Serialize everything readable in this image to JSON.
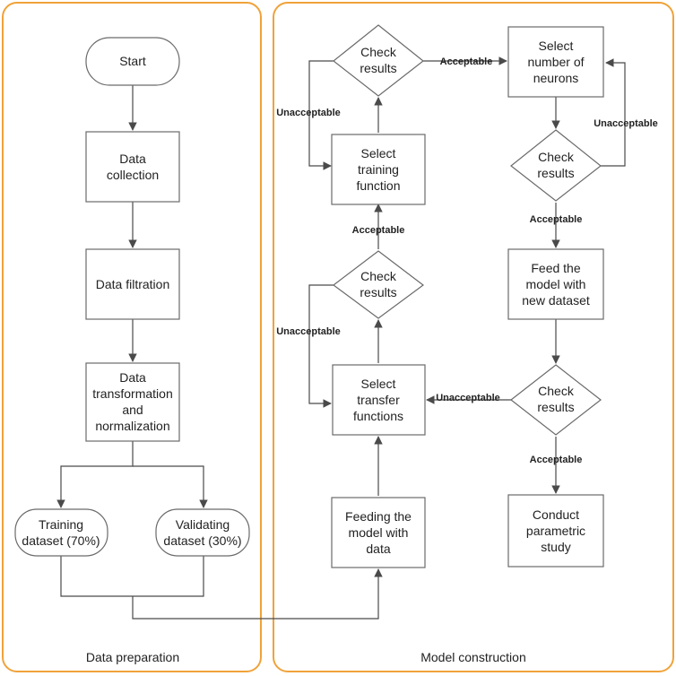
{
  "panels": {
    "left_title": "Data preparation",
    "right_title": "Model construction"
  },
  "nodes": {
    "start": [
      "Start"
    ],
    "data_collection": [
      "Data",
      "collection"
    ],
    "data_filtration": [
      "Data filtration"
    ],
    "data_transform": [
      "Data",
      "transformation",
      "and",
      "normalization"
    ],
    "training_dataset": [
      "Training",
      "dataset (70%)"
    ],
    "validating_dataset": [
      "Validating",
      "dataset (30%)"
    ],
    "feeding_model": [
      "Feeding the",
      "model with",
      "data"
    ],
    "select_transfer": [
      "Select",
      "transfer",
      "functions"
    ],
    "check_results_1": [
      "Check",
      "results"
    ],
    "select_training": [
      "Select",
      "training",
      "function"
    ],
    "check_results_2": [
      "Check",
      "results"
    ],
    "select_neurons": [
      "Select",
      "number of",
      "neurons"
    ],
    "check_results_3": [
      "Check",
      "results"
    ],
    "feed_new": [
      "Feed the",
      "model with",
      "new dataset"
    ],
    "check_results_4": [
      "Check",
      "results"
    ],
    "conduct_study": [
      "Conduct",
      "parametric",
      "study"
    ]
  },
  "edge_labels": {
    "acceptable": "Acceptable",
    "unacceptable": "Unacceptable"
  }
}
